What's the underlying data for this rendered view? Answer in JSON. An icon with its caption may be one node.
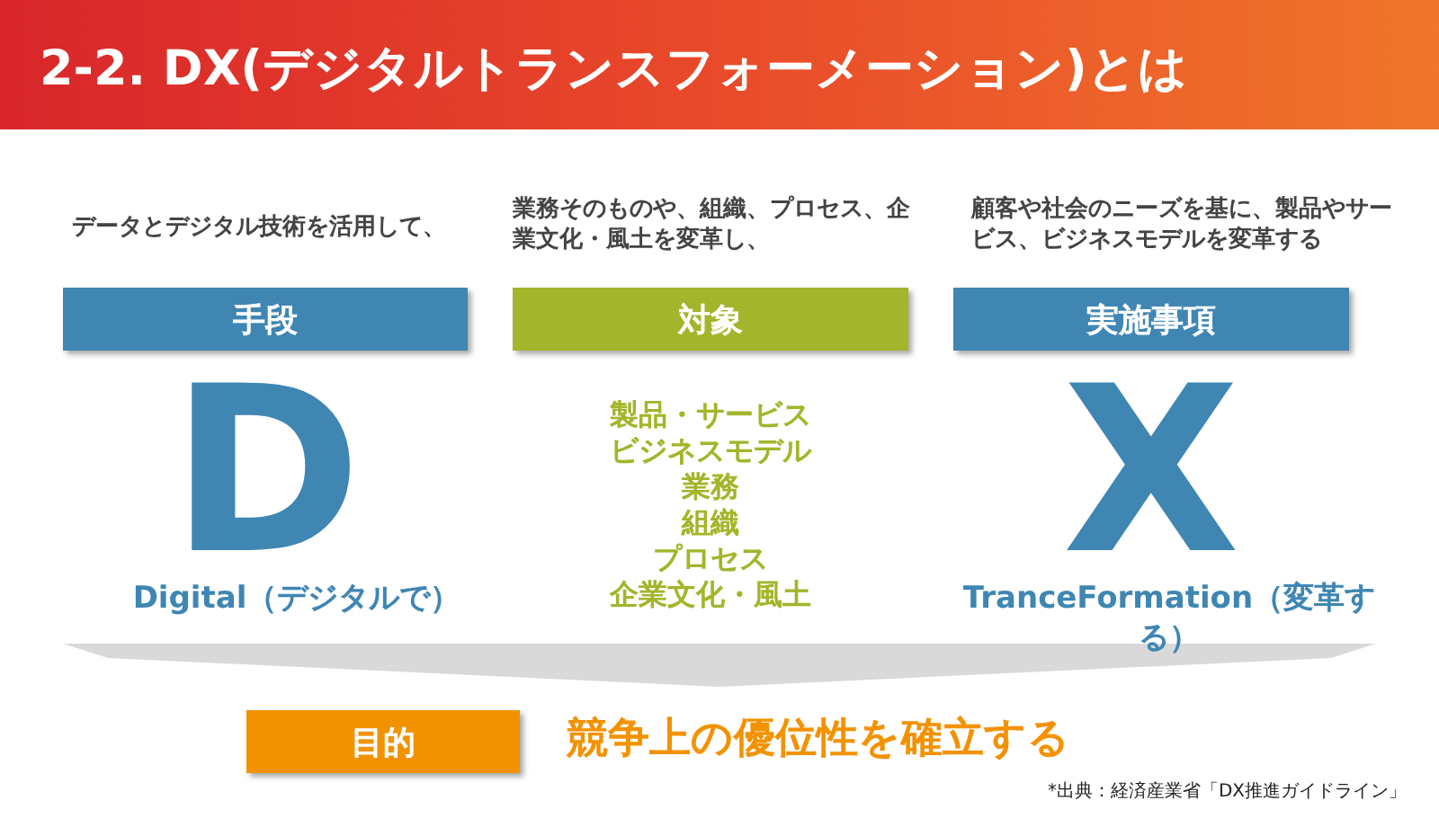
{
  "diagram": {
    "title": "2-2. DX(デジタルトランスフォーメーション)とは",
    "nodes": [
      {
        "text": [
          "手段"
        ]
      },
      {
        "text": [
          "対象"
        ]
      },
      {
        "text": [
          "実施事項"
        ]
      },
      {
        "text": [
          "目的"
        ]
      }
    ],
    "labels": [
      "データとデジタル技術を活用して、",
      "業務そのものや、組織、プロセス、企業文化・風土を変革し、",
      "顧客や社会のニーズを基に、製品やサービス、ビジネスモデルを変革する",
      "D",
      "製品・サービス",
      "ビジネスモデル",
      "業務",
      "組織",
      "プロセス",
      "企業文化・風土",
      "X",
      "Digital（デジタルで）",
      "TranceFormation（変革する）",
      "競争上の優位性を確立する",
      "*出典：経済産業省「DX推進ガイドライン」"
    ]
  }
}
